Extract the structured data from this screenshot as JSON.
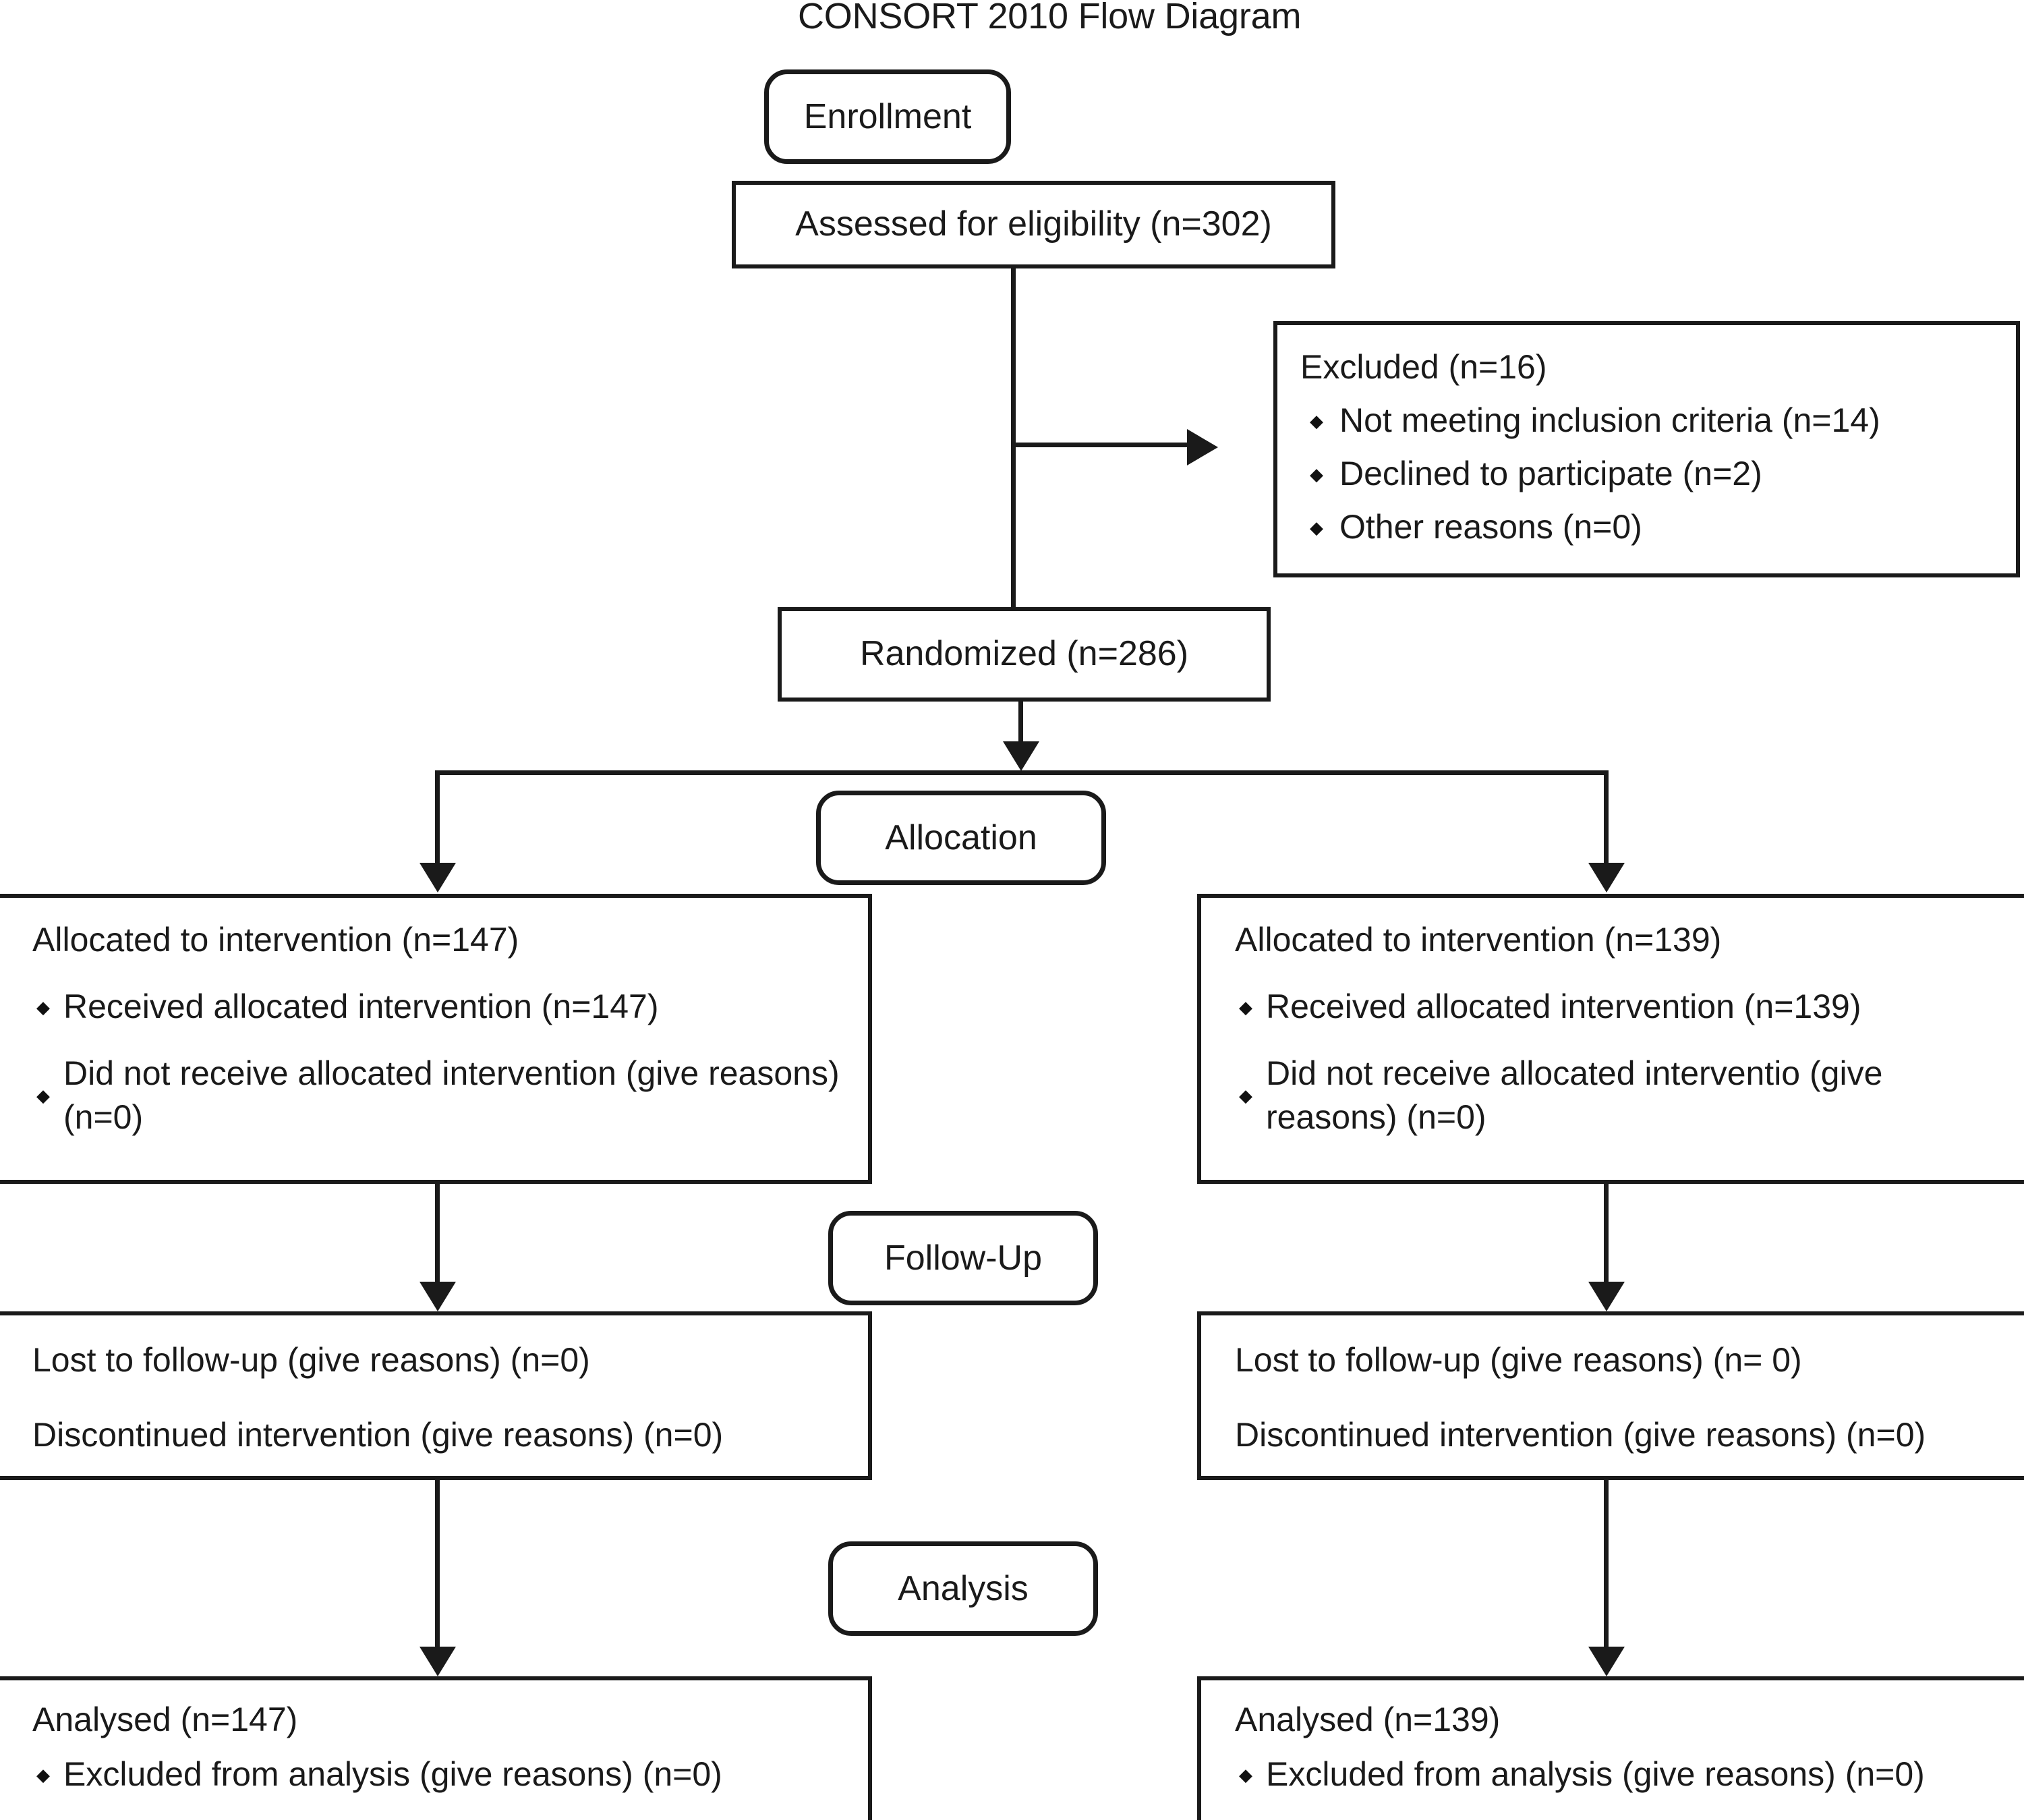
{
  "title": "CONSORT 2010 Flow Diagram",
  "stages": {
    "enrollment": "Enrollment",
    "allocation": "Allocation",
    "followup": "Follow-Up",
    "analysis": "Analysis"
  },
  "enrollment": {
    "assessed": "Assessed for eligibility (n=302)",
    "excluded": {
      "lead": "Excluded (n=16)",
      "reasons": [
        "Not meeting inclusion criteria (n=14)",
        "Declined to participate (n=2)",
        "Other reasons (n=0)"
      ]
    },
    "randomized": "Randomized (n=286)"
  },
  "allocation": {
    "left": {
      "lead": "Allocated to intervention (n=147)",
      "items": [
        "Received allocated intervention (n=147)",
        "Did not receive allocated intervention (give reasons) (n=0)"
      ]
    },
    "right": {
      "lead": "Allocated to intervention (n=139)",
      "items": [
        "Received allocated intervention (n=139)",
        "Did not receive allocated interventio (give reasons) (n=0)"
      ]
    }
  },
  "followup": {
    "left": {
      "lost": "Lost to follow-up (give reasons) (n=0)",
      "discontinued": "Discontinued intervention (give reasons) (n=0)"
    },
    "right": {
      "lost": "Lost to follow-up (give reasons) (n= 0)",
      "discontinued": "Discontinued intervention (give reasons) (n=0)"
    }
  },
  "analysis": {
    "left": {
      "lead": "Analysed (n=147)",
      "items": [
        "Excluded from analysis (give reasons) (n=0)"
      ]
    },
    "right": {
      "lead": "Analysed (n=139)",
      "items": [
        "Excluded from analysis (give reasons) (n=0)"
      ]
    }
  },
  "colors": {
    "ink": "#1a1a1a",
    "paper": "#ffffff"
  }
}
